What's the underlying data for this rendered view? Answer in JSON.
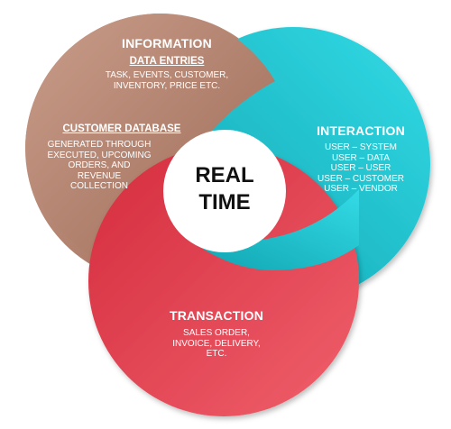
{
  "colors": {
    "information": "#b07a66",
    "information_light": "#c89a87",
    "interaction": "#14b9c6",
    "interaction_light": "#2fd6e2",
    "transaction": "#e8525f",
    "transaction_dark": "#d23545",
    "center": "#ffffff"
  },
  "center": {
    "line1": "REAL",
    "line2": "TIME"
  },
  "information": {
    "title": "INFORMATION",
    "data_entries": {
      "heading": "DATA ENTRIES",
      "lines": [
        "TASK, EVENTS, CUSTOMER,",
        "INVENTORY, PRICE ETC."
      ]
    },
    "customer_database": {
      "heading": "CUSTOMER DATABASE",
      "lines": [
        "GENERATED THROUGH",
        "EXECUTED, UPCOMING",
        "ORDERS, AND",
        "REVENUE",
        "COLLECTION"
      ]
    }
  },
  "interaction": {
    "title": "INTERACTION",
    "lines": [
      "USER – SYSTEM",
      "USER – DATA",
      "USER – USER",
      "USER – CUSTOMER",
      "USER – VENDOR"
    ]
  },
  "transaction": {
    "title": "TRANSACTION",
    "lines": [
      "SALES ORDER,",
      "INVOICE, DELIVERY,",
      "ETC."
    ]
  }
}
